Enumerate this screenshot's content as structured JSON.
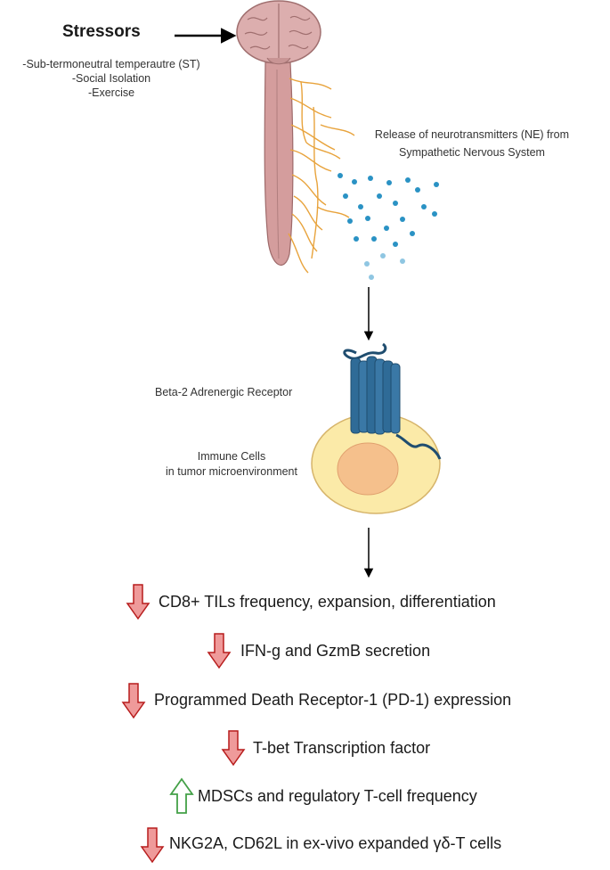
{
  "stressors": {
    "title": "Stressors",
    "items": [
      "-Sub-termoneutral temperautre (ST)",
      "-Social Isolation",
      "-Exercise"
    ]
  },
  "neurotransmitter_label_line1": "Release of neurotransmitters (NE) from",
  "neurotransmitter_label_line2": "Sympathetic Nervous System",
  "receptor_label": "Beta-2 Adrenergic Receptor",
  "immune_cells_label_line1": "Immune Cells",
  "immune_cells_label_line2": "in tumor microenvironment",
  "effects": [
    {
      "direction": "down",
      "text": "CD8+ TILs frequency, expansion, differentiation"
    },
    {
      "direction": "down",
      "text": "IFN-g  and GzmB secretion"
    },
    {
      "direction": "down",
      "text": "Programmed Death Receptor-1 (PD-1) expression"
    },
    {
      "direction": "down",
      "text": "T-bet Transcription factor"
    },
    {
      "direction": "up",
      "text": "MDSCs and regulatory T-cell frequency"
    },
    {
      "direction": "down",
      "text": "NKG2A, CD62L in ex-vivo expanded γδ-T cells"
    }
  ],
  "colors": {
    "down_arrow_fill": "#ef9a9a",
    "down_arrow_stroke": "#b71c1c",
    "up_arrow_fill": "#ffffff",
    "up_arrow_stroke": "#43a047",
    "brain": "#d8a7a7",
    "nerve": "#e8a33c",
    "neurotransmitter": "#2a92c4",
    "receptor": "#2f6b97",
    "cell_body": "#fbeaa8",
    "nucleus": "#f5c08c"
  }
}
